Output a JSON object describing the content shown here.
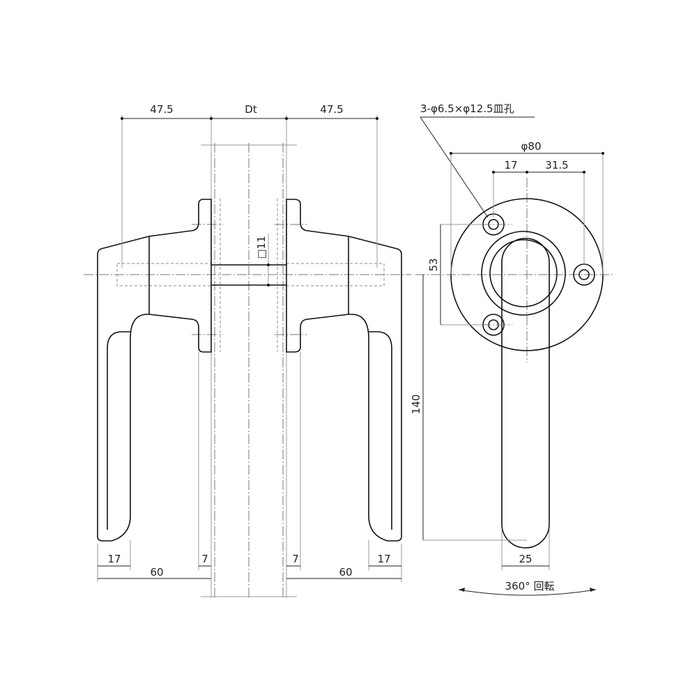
{
  "front_view": {
    "dim_left_width": "47.5",
    "dim_door_thickness": "Dt",
    "dim_right_width": "47.5",
    "dim_spindle": "□11",
    "dim_left_grip": "17",
    "dim_left_rose": "7",
    "dim_left_projection": "60",
    "dim_right_rose": "7",
    "dim_right_grip": "17",
    "dim_right_projection": "60"
  },
  "side_view": {
    "hole_note": "3-φ6.5×φ12.5皿孔",
    "dim_rose_diameter": "φ80",
    "dim_hole_offset": "17",
    "dim_hole_right": "31.5",
    "dim_hole_pitch": "53",
    "dim_lever_length": "140",
    "dim_lever_width": "25",
    "rotation_note": "360°  回転"
  }
}
